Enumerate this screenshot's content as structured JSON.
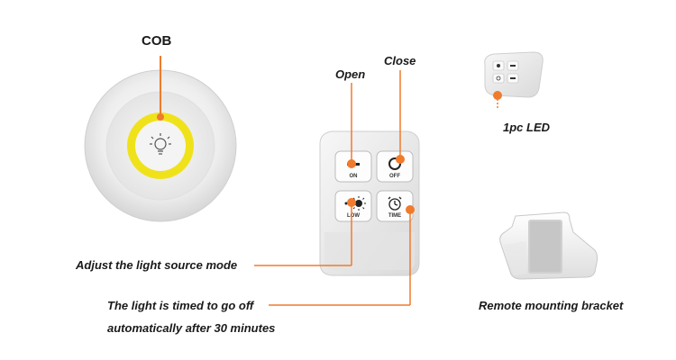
{
  "labels": {
    "cob": "COB",
    "open": "Open",
    "close": "Close",
    "one_pc_led": "1pc LED",
    "adjust_mode": "Adjust the light source mode",
    "timed_line1": "The light is timed to go off",
    "timed_line2": "automatically after 30 minutes",
    "bracket": "Remote mounting bracket"
  },
  "remote_buttons": {
    "on": "ON",
    "off": "OFF",
    "low": "LOW",
    "time": "TIME"
  },
  "colors": {
    "callout": "#f07b2c",
    "cob_ring": "#f0e21a",
    "device_white": "#f2f2f2"
  }
}
